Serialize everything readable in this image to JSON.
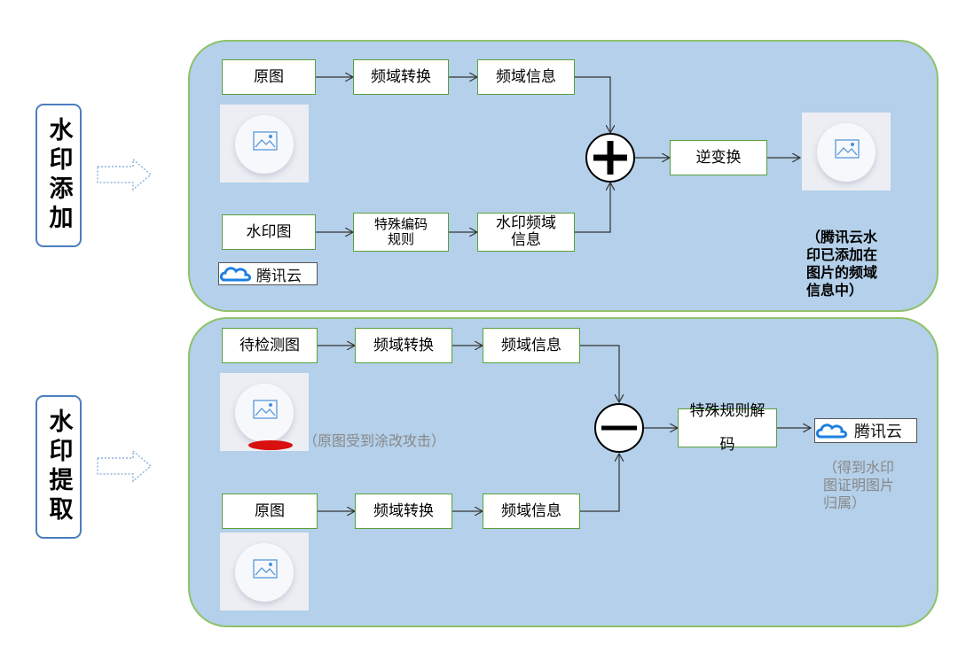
{
  "labels": {
    "add": "水印添加",
    "extract": "水印提取"
  },
  "add": {
    "original": "原图",
    "transform": "频域转换",
    "info": "频域信息",
    "watermark_img": "水印图",
    "rule_line1": "特殊编码",
    "rule_line2": "规则",
    "wm_freq_line1": "水印频域",
    "wm_freq_line2": "信息",
    "inverse": "逆变换",
    "note_lines": [
      "（腾讯云水",
      "印已添加在",
      "图片的频域",
      "信息中）"
    ]
  },
  "extract": {
    "test_img": "待检测图",
    "transform": "频域转换",
    "info": "频域信息",
    "original": "原图",
    "transform2": "频域转换",
    "info2": "频域信息",
    "decode_line1": "特殊规则解",
    "decode_line2": "码",
    "attack_note": "（原图受到涂改攻击）",
    "result_note_lines": [
      "（得到水印",
      "图证明图片",
      "归属）"
    ]
  },
  "logo_text": "腾讯云",
  "colors": {
    "panel": "#b4d0ea",
    "panel_border": "#8fc16a",
    "box_border": "#5aa03c",
    "side_border": "#4a7fc0",
    "attack_mark": "#d81010",
    "note_gray": "#888888"
  }
}
